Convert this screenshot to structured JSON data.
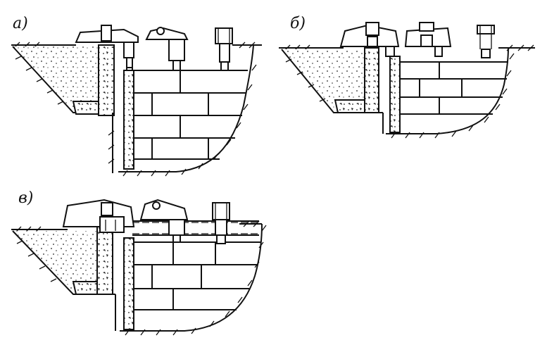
{
  "figure": {
    "panels": [
      {
        "id": "a",
        "label": "а)"
      },
      {
        "id": "b",
        "label": "б)"
      },
      {
        "id": "c",
        "label": "в)"
      }
    ]
  }
}
